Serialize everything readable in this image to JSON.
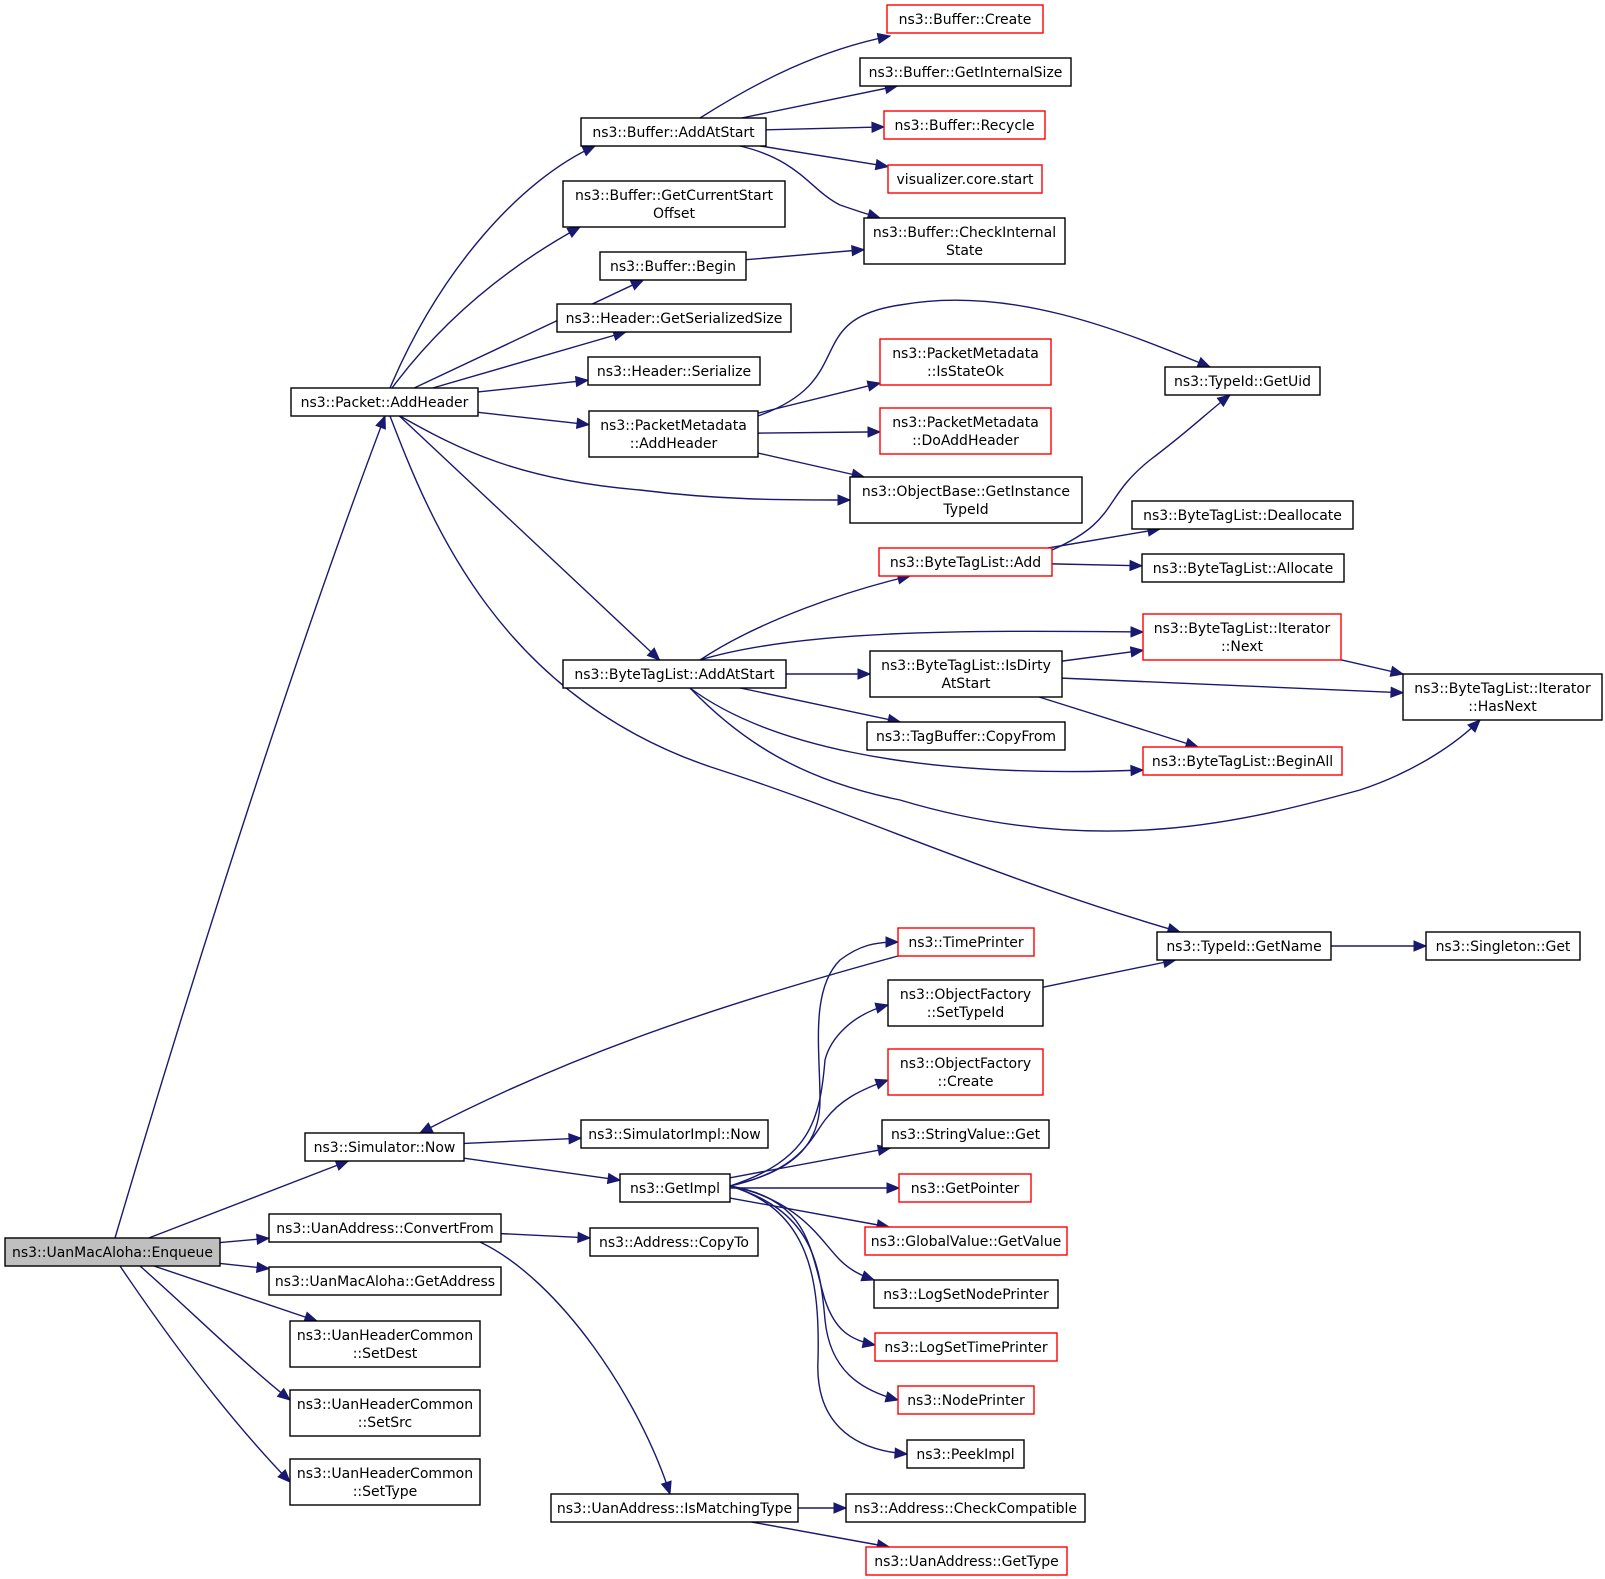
{
  "nodes": [
    {
      "id": "enqueue",
      "lines": [
        "ns3::UanMacAloha::Enqueue"
      ],
      "style": "root"
    },
    {
      "id": "addheader",
      "lines": [
        "ns3::Packet::AddHeader"
      ],
      "style": "normal"
    },
    {
      "id": "buf_addatstart",
      "lines": [
        "ns3::Buffer::AddAtStart"
      ],
      "style": "normal"
    },
    {
      "id": "buf_create",
      "lines": [
        "ns3::Buffer::Create"
      ],
      "style": "red"
    },
    {
      "id": "buf_getinternalsize",
      "lines": [
        "ns3::Buffer::GetInternalSize"
      ],
      "style": "normal"
    },
    {
      "id": "buf_recycle",
      "lines": [
        "ns3::Buffer::Recycle"
      ],
      "style": "red"
    },
    {
      "id": "vis_start",
      "lines": [
        "visualizer.core.start"
      ],
      "style": "red"
    },
    {
      "id": "buf_checkinternal",
      "lines": [
        "ns3::Buffer::CheckInternal",
        "State"
      ],
      "style": "normal"
    },
    {
      "id": "buf_getcurrentstart",
      "lines": [
        "ns3::Buffer::GetCurrentStart",
        "Offset"
      ],
      "style": "normal"
    },
    {
      "id": "buf_begin",
      "lines": [
        "ns3::Buffer::Begin"
      ],
      "style": "normal"
    },
    {
      "id": "hdr_getser",
      "lines": [
        "ns3::Header::GetSerializedSize"
      ],
      "style": "normal"
    },
    {
      "id": "hdr_serialize",
      "lines": [
        "ns3::Header::Serialize"
      ],
      "style": "normal"
    },
    {
      "id": "pm_addheader",
      "lines": [
        "ns3::PacketMetadata",
        "::AddHeader"
      ],
      "style": "normal"
    },
    {
      "id": "pm_isstateok",
      "lines": [
        "ns3::PacketMetadata",
        "::IsStateOk"
      ],
      "style": "red"
    },
    {
      "id": "pm_doaddheader",
      "lines": [
        "ns3::PacketMetadata",
        "::DoAddHeader"
      ],
      "style": "red"
    },
    {
      "id": "ob_getinstance",
      "lines": [
        "ns3::ObjectBase::GetInstance",
        "TypeId"
      ],
      "style": "normal"
    },
    {
      "id": "typeid_getuid",
      "lines": [
        "ns3::TypeId::GetUid"
      ],
      "style": "normal"
    },
    {
      "id": "btl_dealloc",
      "lines": [
        "ns3::ByteTagList::Deallocate"
      ],
      "style": "normal"
    },
    {
      "id": "btl_add",
      "lines": [
        "ns3::ByteTagList::Add"
      ],
      "style": "red"
    },
    {
      "id": "btl_alloc",
      "lines": [
        "ns3::ByteTagList::Allocate"
      ],
      "style": "normal"
    },
    {
      "id": "btl_iternext",
      "lines": [
        "ns3::ByteTagList::Iterator",
        "::Next"
      ],
      "style": "red"
    },
    {
      "id": "btl_addatstart",
      "lines": [
        "ns3::ByteTagList::AddAtStart"
      ],
      "style": "normal"
    },
    {
      "id": "btl_isdirty",
      "lines": [
        "ns3::ByteTagList::IsDirty",
        "AtStart"
      ],
      "style": "normal"
    },
    {
      "id": "btl_iterhasnext",
      "lines": [
        "ns3::ByteTagList::Iterator",
        "::HasNext"
      ],
      "style": "normal"
    },
    {
      "id": "tagbuf_copyfrom",
      "lines": [
        "ns3::TagBuffer::CopyFrom"
      ],
      "style": "normal"
    },
    {
      "id": "btl_beginall",
      "lines": [
        "ns3::ByteTagList::BeginAll"
      ],
      "style": "red"
    },
    {
      "id": "typeid_getname",
      "lines": [
        "ns3::TypeId::GetName"
      ],
      "style": "normal"
    },
    {
      "id": "singleton_get",
      "lines": [
        "ns3::Singleton::Get"
      ],
      "style": "normal"
    },
    {
      "id": "timeprinter",
      "lines": [
        "ns3::TimePrinter"
      ],
      "style": "red"
    },
    {
      "id": "of_settypeid",
      "lines": [
        "ns3::ObjectFactory",
        "::SetTypeId"
      ],
      "style": "normal"
    },
    {
      "id": "of_create",
      "lines": [
        "ns3::ObjectFactory",
        "::Create"
      ],
      "style": "red"
    },
    {
      "id": "sim_now",
      "lines": [
        "ns3::Simulator::Now"
      ],
      "style": "normal"
    },
    {
      "id": "simimpl_now",
      "lines": [
        "ns3::SimulatorImpl::Now"
      ],
      "style": "normal"
    },
    {
      "id": "stringvalue_get",
      "lines": [
        "ns3::StringValue::Get"
      ],
      "style": "normal"
    },
    {
      "id": "getimpl",
      "lines": [
        "ns3::GetImpl"
      ],
      "style": "normal"
    },
    {
      "id": "getpointer",
      "lines": [
        "ns3::GetPointer"
      ],
      "style": "red"
    },
    {
      "id": "globalvalue_getvalue",
      "lines": [
        "ns3::GlobalValue::GetValue"
      ],
      "style": "red"
    },
    {
      "id": "uanaddr_convertfrom",
      "lines": [
        "ns3::UanAddress::ConvertFrom"
      ],
      "style": "normal"
    },
    {
      "id": "addr_copyto",
      "lines": [
        "ns3::Address::CopyTo"
      ],
      "style": "normal"
    },
    {
      "id": "uanmac_getaddress",
      "lines": [
        "ns3::UanMacAloha::GetAddress"
      ],
      "style": "normal"
    },
    {
      "id": "logsetnodeprinter",
      "lines": [
        "ns3::LogSetNodePrinter"
      ],
      "style": "normal"
    },
    {
      "id": "uhc_setdest",
      "lines": [
        "ns3::UanHeaderCommon",
        "::SetDest"
      ],
      "style": "normal"
    },
    {
      "id": "logsettimeprinter",
      "lines": [
        "ns3::LogSetTimePrinter"
      ],
      "style": "red"
    },
    {
      "id": "nodeprinter",
      "lines": [
        "ns3::NodePrinter"
      ],
      "style": "red"
    },
    {
      "id": "uhc_setsrc",
      "lines": [
        "ns3::UanHeaderCommon",
        "::SetSrc"
      ],
      "style": "normal"
    },
    {
      "id": "peekimpl",
      "lines": [
        "ns3::PeekImpl"
      ],
      "style": "normal"
    },
    {
      "id": "uhc_settype",
      "lines": [
        "ns3::UanHeaderCommon",
        "::SetType"
      ],
      "style": "normal"
    },
    {
      "id": "uanaddr_ismatching",
      "lines": [
        "ns3::UanAddress::IsMatchingType"
      ],
      "style": "normal"
    },
    {
      "id": "addr_checkcompat",
      "lines": [
        "ns3::Address::CheckCompatible"
      ],
      "style": "normal"
    },
    {
      "id": "uanaddr_gettype",
      "lines": [
        "ns3::UanAddress::GetType"
      ],
      "style": "red"
    }
  ],
  "edges": [
    [
      "enqueue",
      "addheader"
    ],
    [
      "enqueue",
      "sim_now"
    ],
    [
      "enqueue",
      "uanaddr_convertfrom"
    ],
    [
      "enqueue",
      "uanmac_getaddress"
    ],
    [
      "enqueue",
      "uhc_setdest"
    ],
    [
      "enqueue",
      "uhc_setsrc"
    ],
    [
      "enqueue",
      "uhc_settype"
    ],
    [
      "addheader",
      "buf_addatstart"
    ],
    [
      "addheader",
      "buf_getcurrentstart"
    ],
    [
      "addheader",
      "buf_begin"
    ],
    [
      "addheader",
      "hdr_getser"
    ],
    [
      "addheader",
      "hdr_serialize"
    ],
    [
      "addheader",
      "pm_addheader"
    ],
    [
      "addheader",
      "ob_getinstance"
    ],
    [
      "addheader",
      "btl_addatstart"
    ],
    [
      "addheader",
      "typeid_getname"
    ],
    [
      "buf_addatstart",
      "buf_create"
    ],
    [
      "buf_addatstart",
      "buf_getinternalsize"
    ],
    [
      "buf_addatstart",
      "buf_recycle"
    ],
    [
      "buf_addatstart",
      "vis_start"
    ],
    [
      "buf_addatstart",
      "buf_checkinternal"
    ],
    [
      "buf_begin",
      "buf_checkinternal"
    ],
    [
      "pm_addheader",
      "typeid_getuid"
    ],
    [
      "pm_addheader",
      "pm_isstateok"
    ],
    [
      "pm_addheader",
      "pm_doaddheader"
    ],
    [
      "pm_addheader",
      "ob_getinstance"
    ],
    [
      "btl_add",
      "typeid_getuid"
    ],
    [
      "btl_add",
      "btl_dealloc"
    ],
    [
      "btl_add",
      "btl_alloc"
    ],
    [
      "btl_addatstart",
      "btl_add"
    ],
    [
      "btl_addatstart",
      "btl_iternext"
    ],
    [
      "btl_addatstart",
      "btl_isdirty"
    ],
    [
      "btl_addatstart",
      "tagbuf_copyfrom"
    ],
    [
      "btl_addatstart",
      "btl_beginall"
    ],
    [
      "btl_addatstart",
      "btl_iterhasnext"
    ],
    [
      "btl_isdirty",
      "btl_iternext"
    ],
    [
      "btl_isdirty",
      "btl_iterhasnext"
    ],
    [
      "btl_isdirty",
      "btl_beginall"
    ],
    [
      "btl_iternext",
      "btl_iterhasnext"
    ],
    [
      "typeid_getname",
      "singleton_get"
    ],
    [
      "timeprinter",
      "sim_now"
    ],
    [
      "of_settypeid",
      "typeid_getname"
    ],
    [
      "sim_now",
      "simimpl_now"
    ],
    [
      "sim_now",
      "getimpl"
    ],
    [
      "getimpl",
      "timeprinter"
    ],
    [
      "getimpl",
      "of_settypeid"
    ],
    [
      "getimpl",
      "of_create"
    ],
    [
      "getimpl",
      "stringvalue_get"
    ],
    [
      "getimpl",
      "getpointer"
    ],
    [
      "getimpl",
      "globalvalue_getvalue"
    ],
    [
      "getimpl",
      "logsetnodeprinter"
    ],
    [
      "getimpl",
      "logsettimeprinter"
    ],
    [
      "getimpl",
      "nodeprinter"
    ],
    [
      "getimpl",
      "peekimpl"
    ],
    [
      "uanaddr_convertfrom",
      "addr_copyto"
    ],
    [
      "uanaddr_convertfrom",
      "uanaddr_ismatching"
    ],
    [
      "uanaddr_ismatching",
      "addr_checkcompat"
    ],
    [
      "uanaddr_ismatching",
      "uanaddr_gettype"
    ]
  ]
}
